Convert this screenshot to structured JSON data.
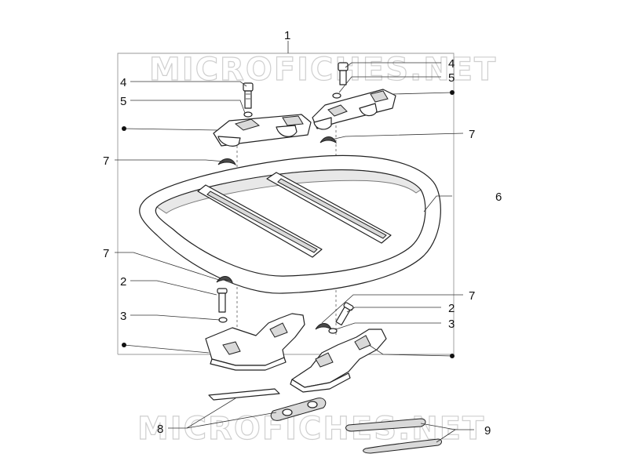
{
  "watermark": "MICROFICHES.NET",
  "callouts": {
    "c1": "1",
    "c2a": "2",
    "c2b": "2",
    "c3a": "3",
    "c3b": "3",
    "c4a": "4",
    "c4b": "4",
    "c5a": "5",
    "c5b": "5",
    "c6": "6",
    "c7a": "7",
    "c7b": "7",
    "c7c": "7",
    "c7d": "7",
    "c8": "8",
    "c9": "9"
  }
}
